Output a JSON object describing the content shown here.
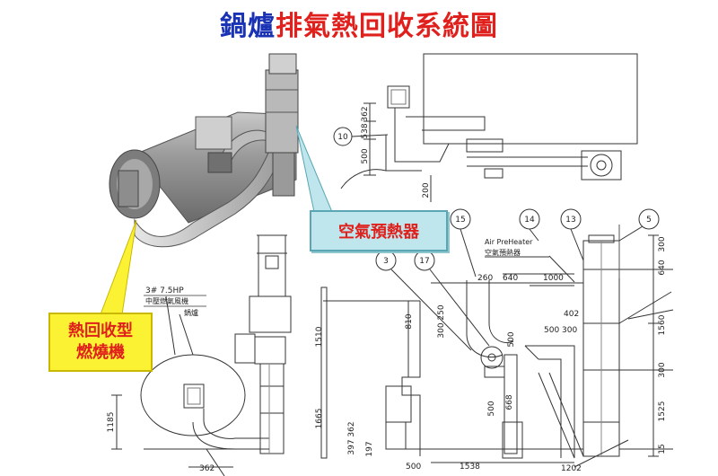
{
  "title": {
    "part1": "鍋爐",
    "part2": "排氣熱回收系統圖"
  },
  "callouts": {
    "air_preheater": "空氣預熱器",
    "heat_recovery_line1": "熱回收型",
    "heat_recovery_line2": "燃燒機"
  },
  "balloons": {
    "b10": "10",
    "b15": "15",
    "b14": "14",
    "b13": "13",
    "b5": "5",
    "b3": "3",
    "b17": "17"
  },
  "labels": {
    "air_preheater_en": "Air PreHeater",
    "air_preheater_zh": "空氣預熱器",
    "fan_spec": "3# 7.5HP",
    "fan_name": "中壓燃氣風機",
    "boiler_name": "鍋爐"
  },
  "dims": {
    "d362a": "362",
    "d538": "538",
    "d500a": "500",
    "d200": "200",
    "d260": "260",
    "d640": "640",
    "d1000": "1000",
    "d402": "402",
    "d500_300": "500 300",
    "d810": "810",
    "d300_250": "300 250",
    "d500b": "500",
    "d1510": "1510",
    "d300a": "300",
    "d640b": "640",
    "d1560": "1560",
    "d300b": "300",
    "d1525": "1525",
    "d15": "15",
    "d1665": "1665",
    "d397_362": "397 362",
    "d197": "197",
    "d668": "668",
    "d500c": "500",
    "d500d": "500",
    "d1538": "1538",
    "d1202": "1202",
    "d1185": "1185",
    "d362b": "362"
  }
}
